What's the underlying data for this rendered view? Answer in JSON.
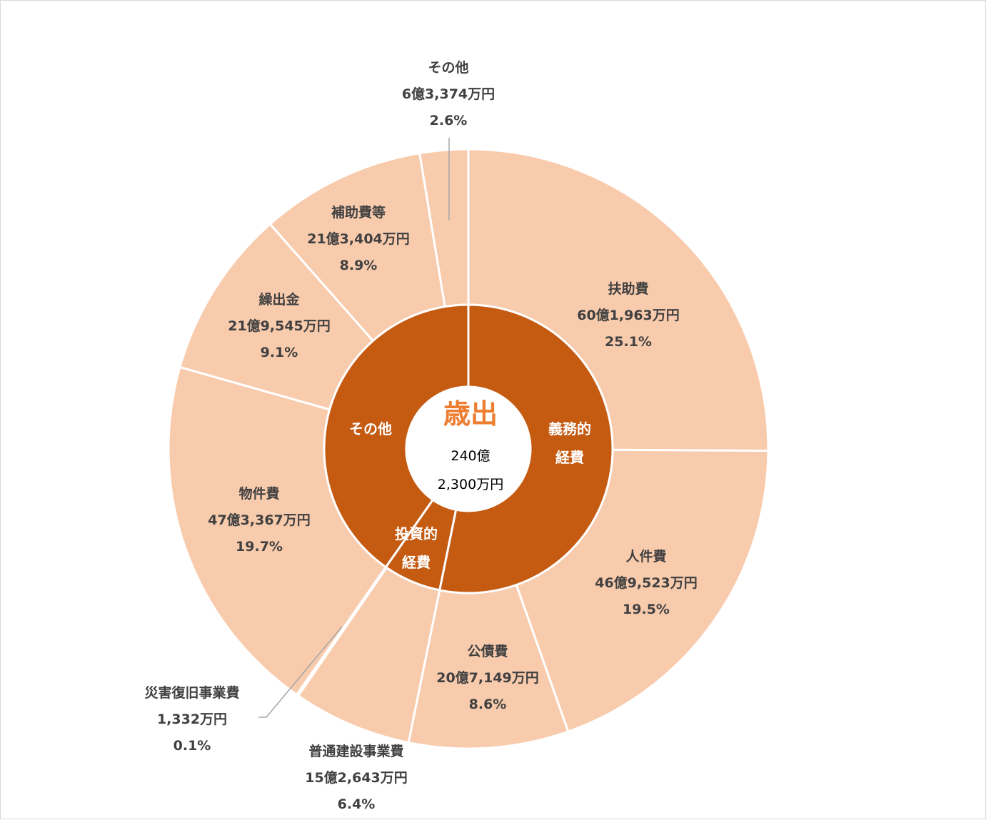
{
  "colors": {
    "outer_fill": "#f8cbad",
    "inner_fill": "#c55a11",
    "center_title": "#ed7d31",
    "separator": "#ffffff",
    "label_text": "#404040"
  },
  "chart_data": {
    "type": "donut",
    "title": "",
    "center": {
      "title": "歳出",
      "value_line1": "240億",
      "value_line2": "2,300万円"
    },
    "inner_ring": [
      {
        "name_lines": [
          "義務的",
          "経費"
        ],
        "value": 53.2
      },
      {
        "name_lines": [
          "投資的",
          "経費"
        ],
        "value": 6.5
      },
      {
        "name_lines": [
          "その他"
        ],
        "value": 40.3
      }
    ],
    "outer_ring": [
      {
        "name": "扶助費",
        "amount": "60億1,963万円",
        "percent": "25.1%",
        "value": 25.1
      },
      {
        "name": "人件費",
        "amount": "46億9,523万円",
        "percent": "19.5%",
        "value": 19.5
      },
      {
        "name": "公債費",
        "amount": "20億7,149万円",
        "percent": "8.6%",
        "value": 8.6
      },
      {
        "name": "普通建設事業費",
        "amount": "15億2,643万円",
        "percent": "6.4%",
        "value": 6.4
      },
      {
        "name": "災害復旧事業費",
        "amount": "1,332万円",
        "percent": "0.1%",
        "value": 0.1
      },
      {
        "name": "物件費",
        "amount": "47億3,367万円",
        "percent": "19.7%",
        "value": 19.7
      },
      {
        "name": "繰出金",
        "amount": "21億9,545万円",
        "percent": "9.1%",
        "value": 9.1
      },
      {
        "name": "補助費等",
        "amount": "21億3,404万円",
        "percent": "8.9%",
        "value": 8.9
      },
      {
        "name": "その他",
        "amount": "6億3,374万円",
        "percent": "2.6%",
        "value": 2.6
      }
    ]
  }
}
